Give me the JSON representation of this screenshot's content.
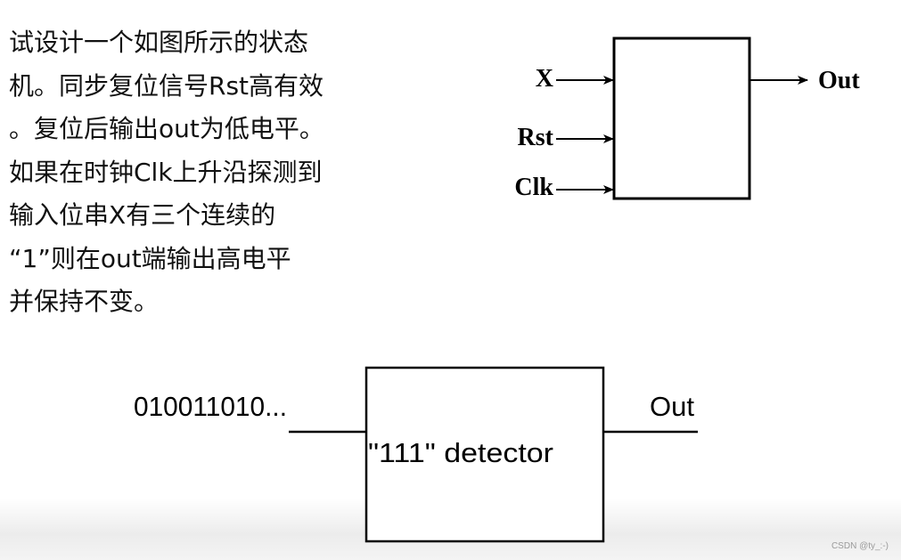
{
  "problem": {
    "text": "试设计一个如图所示的状态\n机。同步复位信号Rst高有效\n。复位后输出out为低电平。\n如果在时钟Clk上升沿探测到\n输入位串X有三个连续的\n“1”则在out端输出高电平\n并保持不变。"
  },
  "state_machine": {
    "input_x": "X",
    "input_rst": "Rst",
    "input_clk": "Clk",
    "output": "Out"
  },
  "detector": {
    "input_stream": "010011010...",
    "label": "\"111\" detector",
    "output": "Out"
  },
  "watermark": "CSDN @ty_:-)"
}
